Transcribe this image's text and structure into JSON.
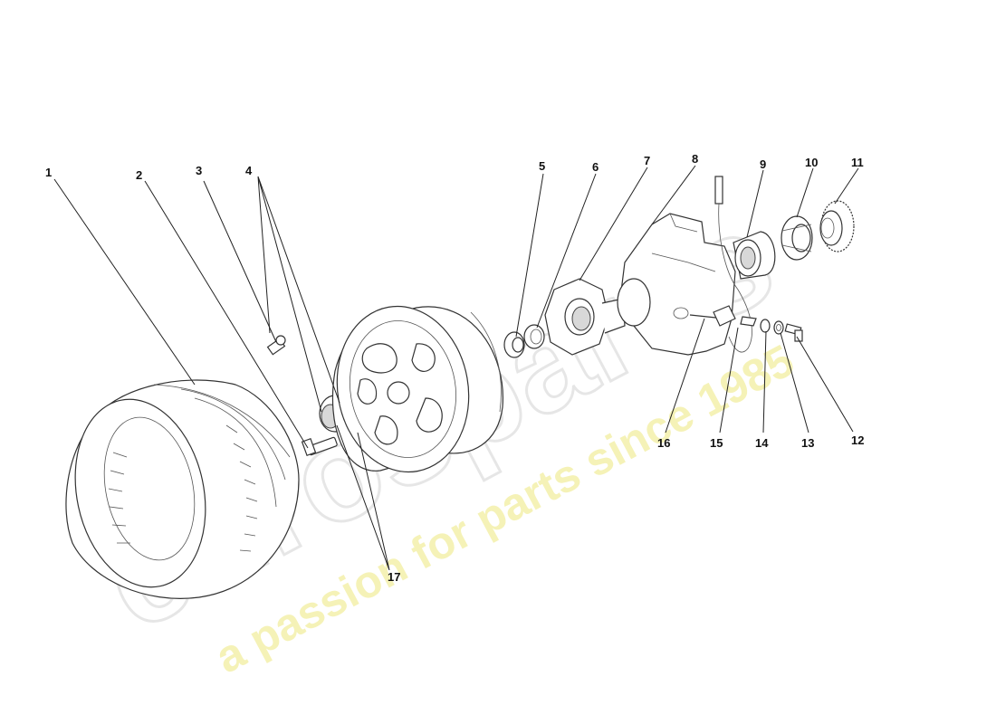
{
  "watermark": {
    "brand": "eurospares",
    "tagline": "a passion for parts since 1985"
  },
  "labels": {
    "p1": "1",
    "p2": "2",
    "p3": "3",
    "p4": "4",
    "p5": "5",
    "p6": "6",
    "p7": "7",
    "p8": "8",
    "p9": "9",
    "p10": "10",
    "p11": "11",
    "p12": "12",
    "p13": "13",
    "p14": "14",
    "p15": "15",
    "p16": "16",
    "p17": "17"
  },
  "colors": {
    "line": "#333333",
    "watermark_grey": "#e6e6e6",
    "watermark_yellow": "#f3f0a6"
  }
}
